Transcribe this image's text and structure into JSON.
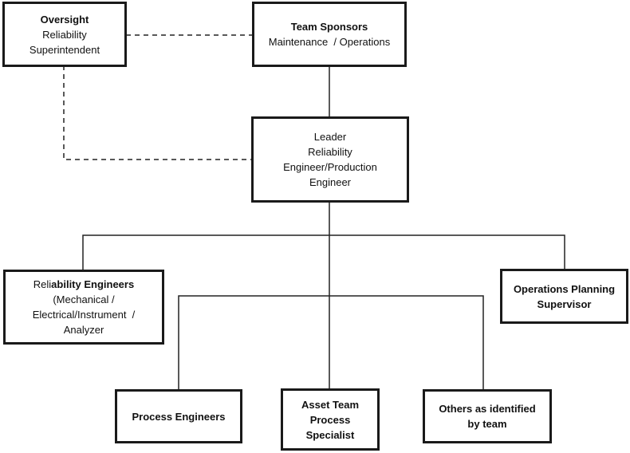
{
  "nodes": {
    "oversight": {
      "title": "Oversight",
      "lines": [
        "Reliability",
        "Superintendent"
      ]
    },
    "team_sponsors": {
      "title": "Team Sponsors",
      "lines": [
        "Maintenance  / Operations"
      ]
    },
    "leader": {
      "title": "",
      "lines": [
        "Leader",
        "Reliability",
        "Engineer/Production",
        "Engineer"
      ]
    },
    "reliability_engineers": {
      "title_prefix": "Reli",
      "title_bold": "ability Engineers",
      "lines": [
        "(Mechanical /",
        "Electrical/Instrument  /",
        "Analyzer"
      ]
    },
    "ops_planning": {
      "title": "Operations Planning",
      "lines_bold": [
        "Supervisor"
      ]
    },
    "process_engineers": {
      "title": "Process Engineers"
    },
    "asset_team": {
      "title": "Asset Team",
      "lines_bold": [
        "Process",
        "Specialist"
      ]
    },
    "others": {
      "title": "Others as identified",
      "lines_bold": [
        "by team"
      ]
    }
  }
}
